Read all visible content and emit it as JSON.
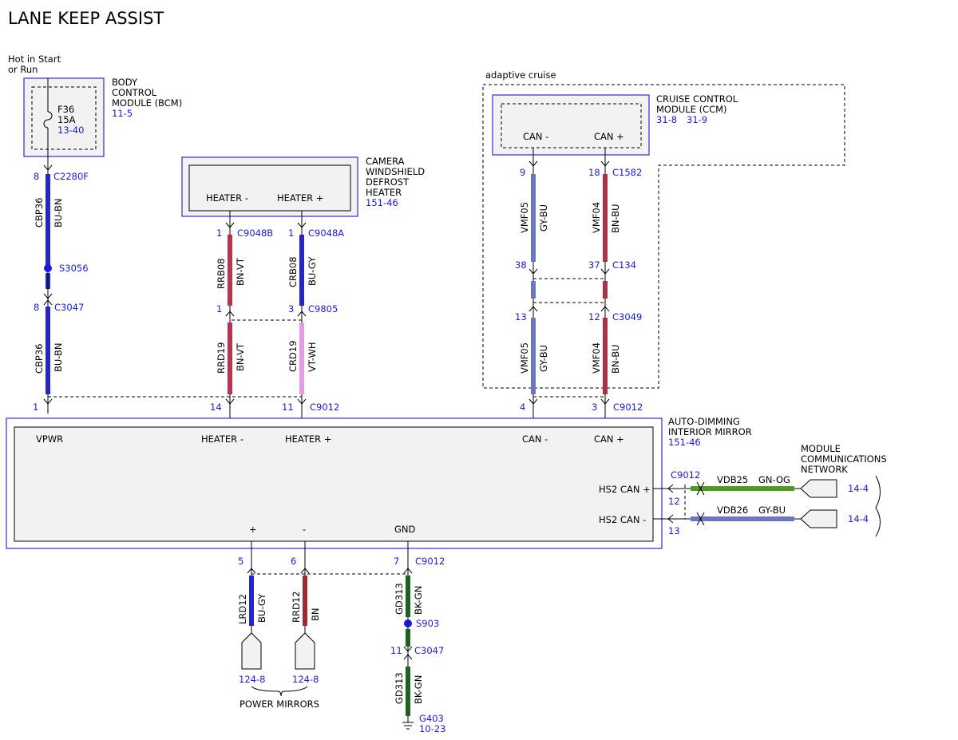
{
  "title": "LANE KEEP ASSIST",
  "colors": {
    "connector_blue": "#1a1adb",
    "box_fill": "#f2f2f2",
    "wire_bu": "#2626c8",
    "wire_bn_vt": "#b8334f",
    "wire_vt_wh": "#e79be6",
    "wire_gy_bu": "#6d76c2",
    "wire_bn_bu": "#a8334a",
    "wire_bk_gn": "#1e5f22",
    "wire_gn_og": "#4f9b1f",
    "wire_bn": "#a12b2b"
  },
  "power_source": {
    "line1": "Hot in Start",
    "line2": "or Run"
  },
  "bcm": {
    "name_lines": [
      "BODY",
      "CONTROL",
      "MODULE (BCM)"
    ],
    "ref": "11-5",
    "fuse_name": "F36",
    "fuse_rating": "15A",
    "fuse_ref": "13-40"
  },
  "camera_heater": {
    "name_lines": [
      "CAMERA",
      "WINDSHIELD",
      "DEFROST",
      "HEATER"
    ],
    "ref": "151-46",
    "pin_minus": "HEATER -",
    "pin_plus": "HEATER +"
  },
  "adaptive_cruise": {
    "label": "adaptive cruise"
  },
  "ccm": {
    "name_lines": [
      "CRUISE CONTROL",
      "MODULE (CCM)"
    ],
    "ref1": "31-8",
    "ref2": "31-9",
    "pin_minus": "CAN -",
    "pin_plus": "CAN +"
  },
  "mirror": {
    "name_lines": [
      "AUTO-DIMMING",
      "INTERIOR MIRROR"
    ],
    "ref": "151-46",
    "pins": {
      "vpwr": "VPWR",
      "heater_minus": "HEATER -",
      "heater_plus": "HEATER +",
      "can_minus": "CAN -",
      "can_plus": "CAN +",
      "hs2_plus": "HS2 CAN +",
      "hs2_minus": "HS2 CAN -",
      "plus": "+",
      "minus": "-",
      "gnd": "GND"
    }
  },
  "network": {
    "name_lines": [
      "MODULE",
      "COMMUNICATIONS",
      "NETWORK"
    ],
    "ref1": "14-4",
    "ref2": "14-4"
  },
  "power_mirrors": {
    "label": "POWER MIRRORS",
    "ref1": "124-8",
    "ref2": "124-8"
  },
  "ground": {
    "name": "G403",
    "ref": "10-23"
  },
  "wires": {
    "w1": {
      "circuit": "CBP36",
      "color": "BU-BN"
    },
    "w2": {
      "circuit": "CBP36",
      "color": "BU-BN"
    },
    "w3": {
      "circuit": "RRB08",
      "color": "BN-VT"
    },
    "w4": {
      "circuit": "CRB08",
      "color": "BU-GY"
    },
    "w5": {
      "circuit": "RRD19",
      "color": "BN-VT"
    },
    "w6": {
      "circuit": "CRD19",
      "color": "VT-WH"
    },
    "w7": {
      "circuit": "VMF05",
      "color": "GY-BU"
    },
    "w8": {
      "circuit": "VMF04",
      "color": "BN-BU"
    },
    "w9": {
      "circuit": "VMF05",
      "color": "GY-BU"
    },
    "w10": {
      "circuit": "VMF04",
      "color": "BN-BU"
    },
    "w11": {
      "circuit": "LRD12",
      "color": "BU-GY"
    },
    "w12": {
      "circuit": "RRD12",
      "color": "BN"
    },
    "w13": {
      "circuit": "GD313",
      "color": "BK-GN"
    },
    "w14": {
      "circuit": "GD313",
      "color": "BK-GN"
    },
    "w15": {
      "circuit": "VDB25",
      "color": "GN-OG"
    },
    "w16": {
      "circuit": "VDB26",
      "color": "GY-BU"
    }
  },
  "connectors": {
    "c2280f": {
      "pin": "8",
      "name": "C2280F"
    },
    "c3047a": {
      "pin": "8",
      "name": "C3047"
    },
    "c9012_1": {
      "pin": "1"
    },
    "c9048b": {
      "pin": "1",
      "name": "C9048B"
    },
    "c9048a": {
      "pin": "1",
      "name": "C9048A"
    },
    "c9805_1": {
      "pin": "1"
    },
    "c9805_3": {
      "pin": "3",
      "name": "C9805"
    },
    "c9012_14": {
      "pin": "14"
    },
    "c9012_11": {
      "pin": "11",
      "name": "C9012"
    },
    "c1582_9": {
      "pin": "9"
    },
    "c1582_18": {
      "pin": "18",
      "name": "C1582"
    },
    "c134_38": {
      "pin": "38"
    },
    "c134_37": {
      "pin": "37",
      "name": "C134"
    },
    "c3049_13": {
      "pin": "13"
    },
    "c3049_12": {
      "pin": "12",
      "name": "C3049"
    },
    "c9012_4": {
      "pin": "4"
    },
    "c9012_3": {
      "pin": "3",
      "name": "C9012"
    },
    "c9012_hs2": {
      "name": "C9012",
      "pin_plus": "12",
      "pin_minus": "13"
    },
    "c9012_5": {
      "pin": "5"
    },
    "c9012_6": {
      "pin": "6"
    },
    "c9012_7": {
      "pin": "7",
      "name": "C9012"
    },
    "c3047b": {
      "pin": "11",
      "name": "C3047"
    }
  },
  "splices": {
    "s3056": "S3056",
    "s903": "S903"
  }
}
